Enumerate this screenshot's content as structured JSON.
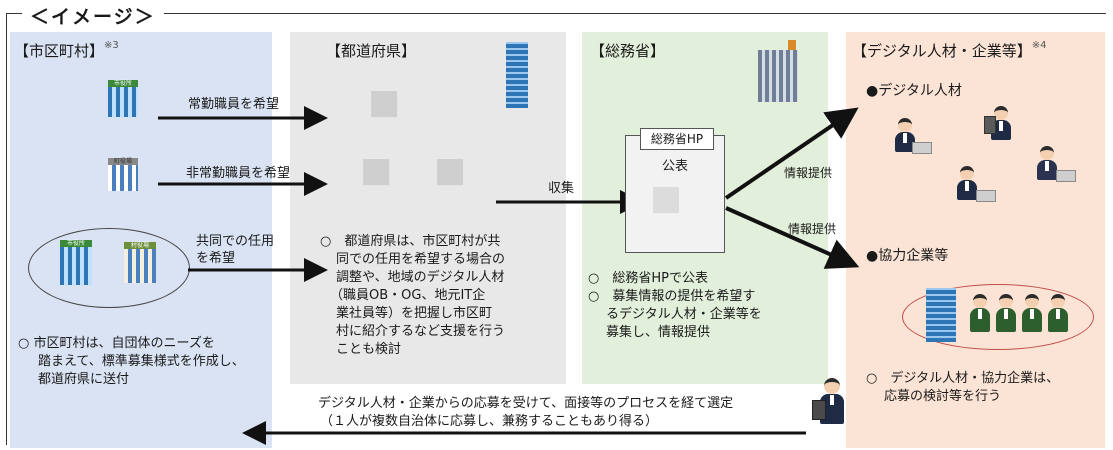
{
  "title": "＜イメージ＞",
  "columns": {
    "municipality": {
      "heading": "【市区町村】",
      "note": "※3",
      "arrow_full_time": "常勤職員を希望",
      "arrow_part_time": "非常勤職員を希望",
      "arrow_joint_1": "共同での任用",
      "arrow_joint_2": "を希望",
      "building_label_1": "市役所",
      "building_label_2": "町役場",
      "building_label_3": "市役所",
      "building_label_4": "村役場",
      "desc_1": "○ 市区町村は、自団体のニーズを",
      "desc_2": "踏まえて、標準募集様式を作成し、",
      "desc_3": "都道府県に送付"
    },
    "prefecture": {
      "heading": "【都道府県】",
      "desc_1": "○　都道府県は、市区町村が共",
      "desc_2": "同での任用を希望する場合の",
      "desc_3": "調整や、地域のデジタル人材",
      "desc_4": "（職員OB・OG、地元IT企",
      "desc_5": "業社員等）を把握し市区町",
      "desc_6": "村に紹介するなど支援を行う",
      "desc_7": "ことも検討"
    },
    "mic": {
      "heading": "【総務省】",
      "arrow_collect": "収集",
      "hp_title": "総務省HP",
      "hp_publish": "公表",
      "desc_1": "○　総務省HPで公表",
      "desc_2": "○　募集情報の提供を希望す",
      "desc_3": "るデジタル人材・企業等を",
      "desc_4": "募集し、情報提供"
    },
    "digital": {
      "heading": "【デジタル人材・企業等】",
      "note": "※4",
      "arrow_info_1": "情報提供",
      "arrow_info_2": "情報提供",
      "group_people": "●デジタル人材",
      "group_companies": "●協力企業等",
      "desc_1": "○　デジタル人材・協力企業は、",
      "desc_2": "応募の検討等を行う"
    }
  },
  "bottom": {
    "line_1": "デジタル人材・企業からの応募を受けて、面接等のプロセスを経て選定",
    "line_2": "（１人が複数自治体に応募し、兼務することもあり得る）"
  },
  "colors": {
    "municipality_bg": "#dae3f3",
    "prefecture_bg": "#e8e8e8",
    "mic_bg": "#e2efda",
    "digital_bg": "#fbe4d5",
    "building_blue": "#2e75b6",
    "roof_green": "#3a8a3a"
  }
}
